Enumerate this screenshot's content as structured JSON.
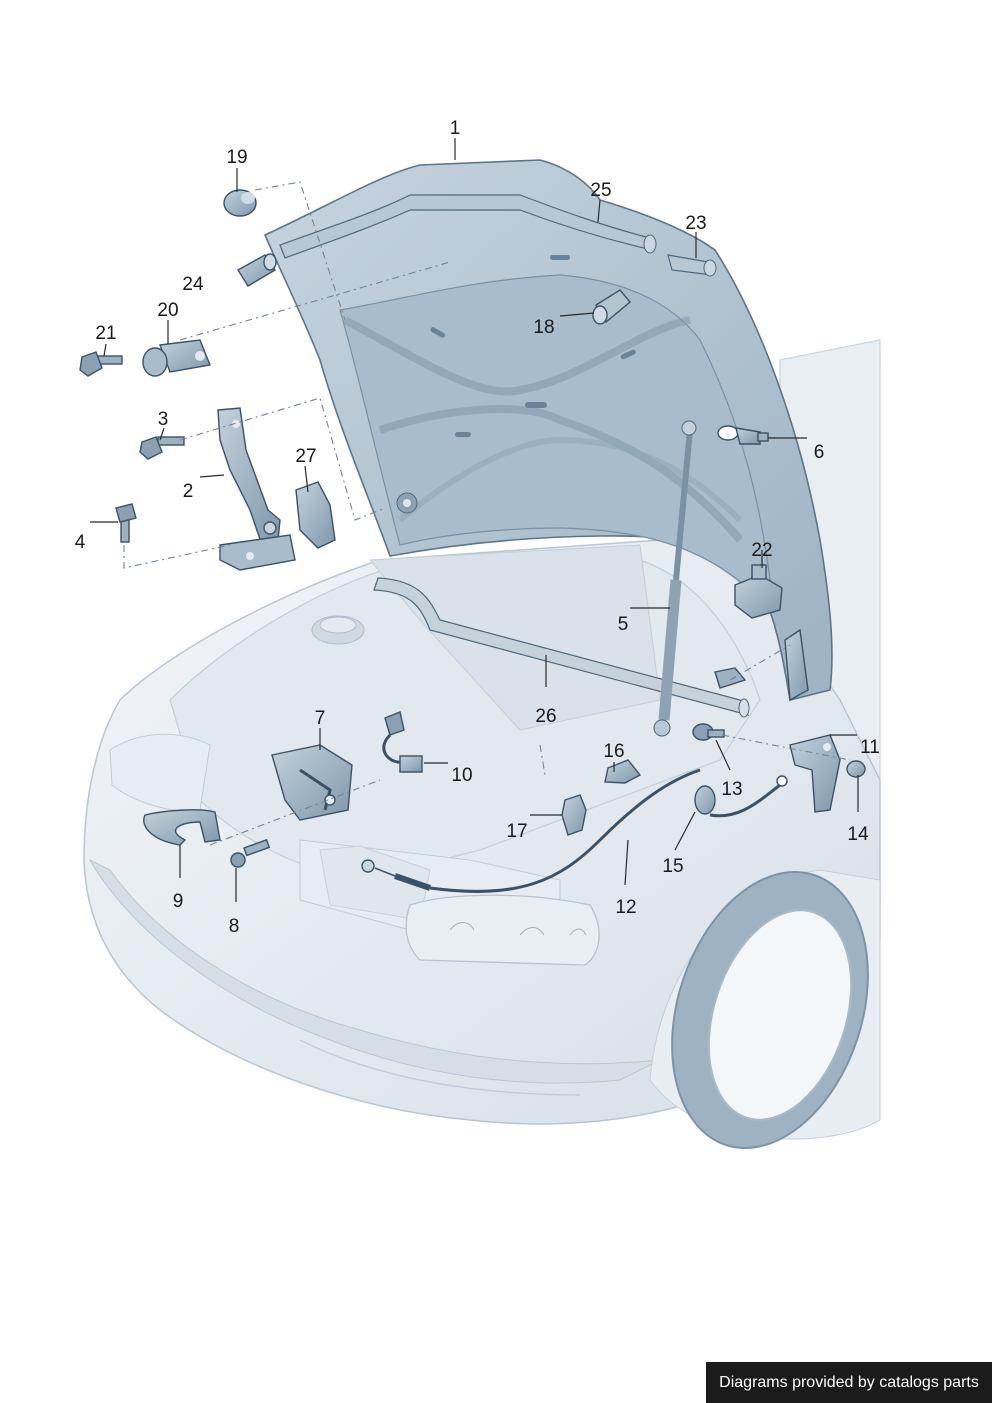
{
  "diagram": {
    "callouts": [
      "1",
      "2",
      "3",
      "4",
      "5",
      "6",
      "7",
      "8",
      "9",
      "10",
      "11",
      "12",
      "13",
      "14",
      "15",
      "16",
      "17",
      "18",
      "19",
      "20",
      "21",
      "22",
      "23",
      "24",
      "25",
      "26",
      "27"
    ],
    "colors": {
      "body_fill": "#eef2f6",
      "body_shade": "#dbe3ea",
      "hood_fill": "#b4c6d4",
      "hood_dark": "#8aa3b6",
      "part_fill": "#9eb3c3",
      "part_dark": "#5f7789",
      "line": "#3b5266"
    }
  },
  "footer": {
    "text": "Diagrams provided by catalogs parts"
  }
}
